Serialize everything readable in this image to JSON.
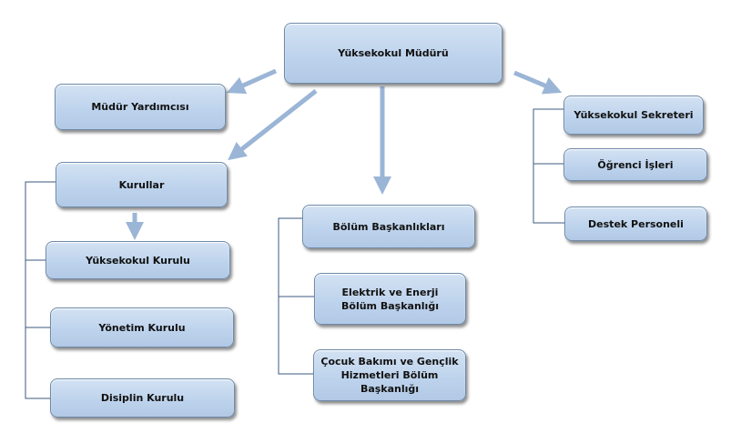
{
  "title": "Yüksekokul Müdürü",
  "nodes": {
    "mudur_yardimcisi": "Müdür Yardımcısı",
    "kurullar": "Kurullar",
    "yuksekokul_kurulu": "Yüksekokul Kurulu",
    "yonetim_kurulu": "Yönetim Kurulu",
    "disiplin_kurulu": "Disiplin Kurulu",
    "bolum_baskanliklari": "Bölüm Başkanlıkları",
    "elektrik": "Elektrik ve Enerji Bölüm Başkanlığı",
    "cocuk": "Çocuk Bakımı ve Gençlik Hizmetleri Bölüm Başkanlığı",
    "sekreter": "Yüksekokul Sekreteri",
    "ogrenci_isleri": "Öğrenci İşleri",
    "destek": "Destek Personeli"
  },
  "colors": {
    "box": "#bcd2ec",
    "arrow": "#9bb5d6",
    "line": "#3d5a80"
  }
}
